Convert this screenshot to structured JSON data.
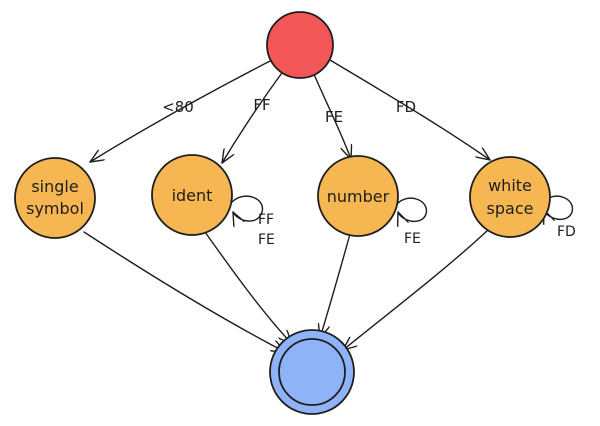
{
  "colors": {
    "start": "#f25656",
    "state": "#f6b652",
    "accept": "#8fb3f7",
    "stroke": "#1e1e1e"
  },
  "nodes": {
    "start": {},
    "single_symbol": {
      "label_lines": [
        "single",
        "symbol"
      ]
    },
    "ident": {
      "label_lines": [
        "ident"
      ]
    },
    "number": {
      "label_lines": [
        "number"
      ]
    },
    "white_space": {
      "label_lines": [
        "white",
        "space"
      ]
    },
    "accept": {}
  },
  "edges": {
    "to_single_symbol": "<80",
    "to_ident": "FF",
    "to_number": "FE",
    "to_white_space": "FD"
  },
  "loops": {
    "ident": [
      "FF",
      "FE"
    ],
    "number": [
      "FE"
    ],
    "white_space": [
      "FD"
    ]
  }
}
